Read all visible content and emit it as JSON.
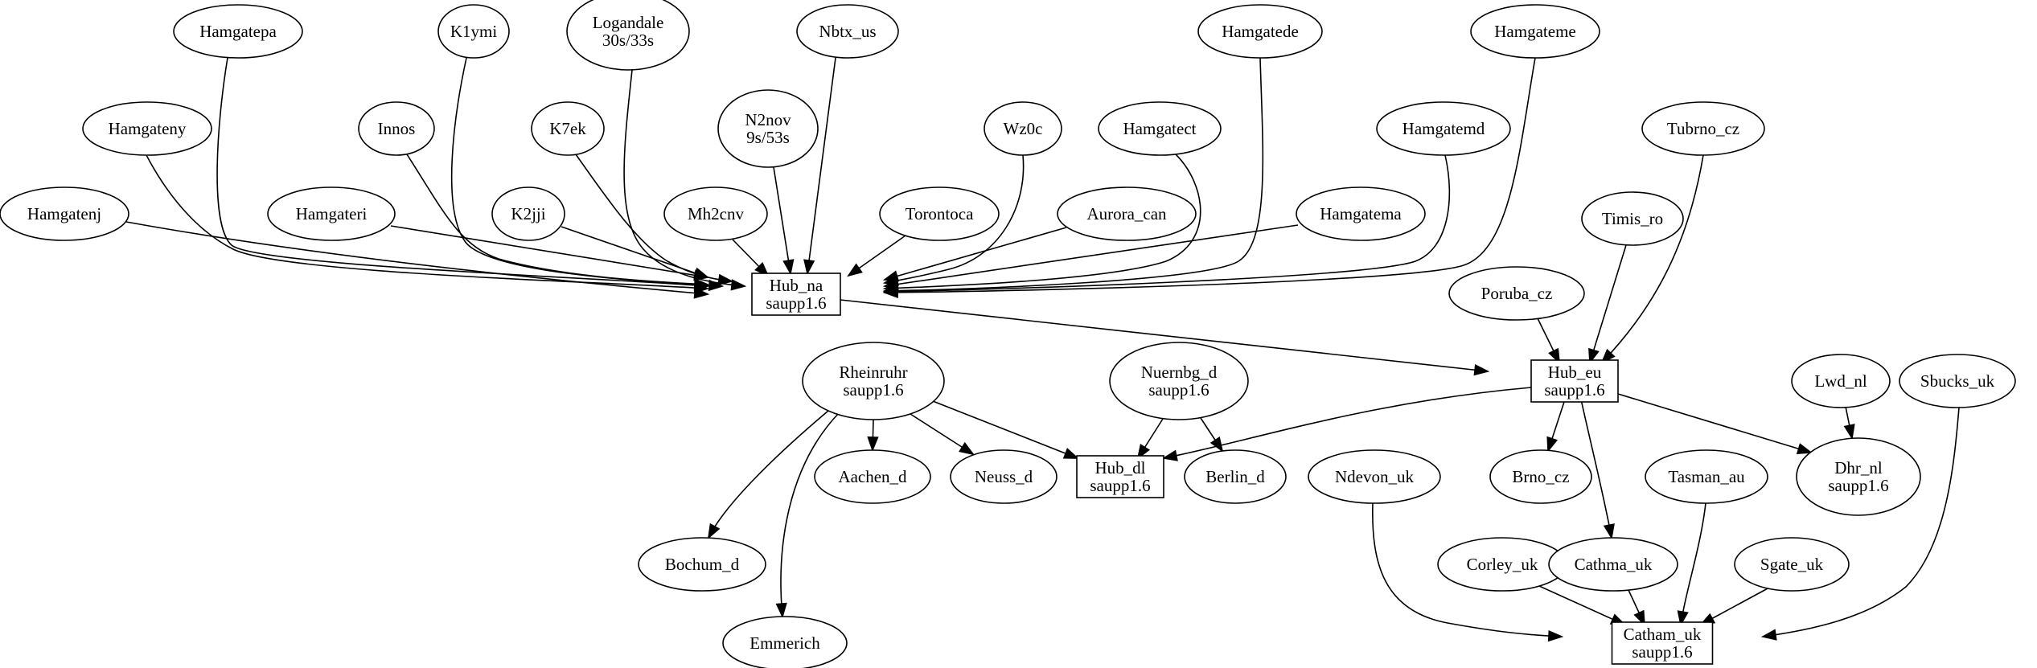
{
  "nodes": {
    "hamgatepa": {
      "lines": [
        "Hamgatepa"
      ],
      "shape": "ellipse"
    },
    "k1ymi": {
      "lines": [
        "K1ymi"
      ],
      "shape": "ellipse"
    },
    "logandale": {
      "lines": [
        "Logandale",
        "30s/33s"
      ],
      "shape": "ellipse"
    },
    "nbtx_us": {
      "lines": [
        "Nbtx_us"
      ],
      "shape": "ellipse"
    },
    "hamgatede": {
      "lines": [
        "Hamgatede"
      ],
      "shape": "ellipse"
    },
    "hamgateme": {
      "lines": [
        "Hamgateme"
      ],
      "shape": "ellipse"
    },
    "hamgateny": {
      "lines": [
        "Hamgateny"
      ],
      "shape": "ellipse"
    },
    "innos": {
      "lines": [
        "Innos"
      ],
      "shape": "ellipse"
    },
    "k7ek": {
      "lines": [
        "K7ek"
      ],
      "shape": "ellipse"
    },
    "n2nov": {
      "lines": [
        "N2nov",
        "9s/53s"
      ],
      "shape": "ellipse"
    },
    "wz0c": {
      "lines": [
        "Wz0c"
      ],
      "shape": "ellipse"
    },
    "hamgatect": {
      "lines": [
        "Hamgatect"
      ],
      "shape": "ellipse"
    },
    "hamgatemd": {
      "lines": [
        "Hamgatemd"
      ],
      "shape": "ellipse"
    },
    "tubrno_cz": {
      "lines": [
        "Tubrno_cz"
      ],
      "shape": "ellipse"
    },
    "hamgatenj": {
      "lines": [
        "Hamgatenj"
      ],
      "shape": "ellipse"
    },
    "hamgateri": {
      "lines": [
        "Hamgateri"
      ],
      "shape": "ellipse"
    },
    "k2jji": {
      "lines": [
        "K2jji"
      ],
      "shape": "ellipse"
    },
    "mh2cnv": {
      "lines": [
        "Mh2cnv"
      ],
      "shape": "ellipse"
    },
    "torontoca": {
      "lines": [
        "Torontoca"
      ],
      "shape": "ellipse"
    },
    "aurora_can": {
      "lines": [
        "Aurora_can"
      ],
      "shape": "ellipse"
    },
    "hamgatema": {
      "lines": [
        "Hamgatema"
      ],
      "shape": "ellipse"
    },
    "timis_ro": {
      "lines": [
        "Timis_ro"
      ],
      "shape": "ellipse"
    },
    "hub_na": {
      "lines": [
        "Hub_na",
        "saupp1.6"
      ],
      "shape": "box"
    },
    "poruba_cz": {
      "lines": [
        "Poruba_cz"
      ],
      "shape": "ellipse"
    },
    "hub_eu": {
      "lines": [
        "Hub_eu",
        "saupp1.6"
      ],
      "shape": "box"
    },
    "rheinruhr": {
      "lines": [
        "Rheinruhr",
        "saupp1.6"
      ],
      "shape": "ellipse"
    },
    "nuernbg_d": {
      "lines": [
        "Nuernbg_d",
        "saupp1.6"
      ],
      "shape": "ellipse"
    },
    "lwd_nl": {
      "lines": [
        "Lwd_nl"
      ],
      "shape": "ellipse"
    },
    "sbucks_uk": {
      "lines": [
        "Sbucks_uk"
      ],
      "shape": "ellipse"
    },
    "aachen_d": {
      "lines": [
        "Aachen_d"
      ],
      "shape": "ellipse"
    },
    "neuss_d": {
      "lines": [
        "Neuss_d"
      ],
      "shape": "ellipse"
    },
    "hub_dl": {
      "lines": [
        "Hub_dl",
        "saupp1.6"
      ],
      "shape": "box"
    },
    "berlin_d": {
      "lines": [
        "Berlin_d"
      ],
      "shape": "ellipse"
    },
    "ndevon_uk": {
      "lines": [
        "Ndevon_uk"
      ],
      "shape": "ellipse"
    },
    "brno_cz": {
      "lines": [
        "Brno_cz"
      ],
      "shape": "ellipse"
    },
    "tasman_au": {
      "lines": [
        "Tasman_au"
      ],
      "shape": "ellipse"
    },
    "dhr_nl": {
      "lines": [
        "Dhr_nl",
        "saupp1.6"
      ],
      "shape": "ellipse"
    },
    "bochum_d": {
      "lines": [
        "Bochum_d"
      ],
      "shape": "ellipse"
    },
    "corley_uk": {
      "lines": [
        "Corley_uk"
      ],
      "shape": "ellipse"
    },
    "cathma_uk": {
      "lines": [
        "Cathma_uk"
      ],
      "shape": "ellipse"
    },
    "sgate_uk": {
      "lines": [
        "Sgate_uk"
      ],
      "shape": "ellipse"
    },
    "emmerich": {
      "lines": [
        "Emmerich"
      ],
      "shape": "ellipse"
    },
    "catham_uk": {
      "lines": [
        "Catham_uk",
        "saupp1.6"
      ],
      "shape": "box"
    }
  },
  "edges": [
    {
      "from": "hamgatepa",
      "to": "hub_na"
    },
    {
      "from": "k1ymi",
      "to": "hub_na"
    },
    {
      "from": "logandale",
      "to": "hub_na"
    },
    {
      "from": "nbtx_us",
      "to": "hub_na"
    },
    {
      "from": "hamgatede",
      "to": "hub_na"
    },
    {
      "from": "hamgateme",
      "to": "hub_na"
    },
    {
      "from": "hamgateny",
      "to": "hub_na"
    },
    {
      "from": "innos",
      "to": "hub_na"
    },
    {
      "from": "k7ek",
      "to": "hub_na"
    },
    {
      "from": "n2nov",
      "to": "hub_na"
    },
    {
      "from": "wz0c",
      "to": "hub_na"
    },
    {
      "from": "hamgatect",
      "to": "hub_na"
    },
    {
      "from": "hamgatemd",
      "to": "hub_na"
    },
    {
      "from": "hamgatenj",
      "to": "hub_na"
    },
    {
      "from": "hamgateri",
      "to": "hub_na"
    },
    {
      "from": "k2jji",
      "to": "hub_na"
    },
    {
      "from": "mh2cnv",
      "to": "hub_na"
    },
    {
      "from": "torontoca",
      "to": "hub_na"
    },
    {
      "from": "aurora_can",
      "to": "hub_na"
    },
    {
      "from": "hamgatema",
      "to": "hub_na"
    },
    {
      "from": "hub_na",
      "to": "hub_eu"
    },
    {
      "from": "tubrno_cz",
      "to": "hub_eu"
    },
    {
      "from": "timis_ro",
      "to": "hub_eu"
    },
    {
      "from": "poruba_cz",
      "to": "hub_eu"
    },
    {
      "from": "hub_eu",
      "to": "hub_dl"
    },
    {
      "from": "hub_eu",
      "to": "brno_cz"
    },
    {
      "from": "hub_eu",
      "to": "cathma_uk"
    },
    {
      "from": "hub_eu",
      "to": "dhr_nl"
    },
    {
      "from": "lwd_nl",
      "to": "dhr_nl"
    },
    {
      "from": "rheinruhr",
      "to": "aachen_d"
    },
    {
      "from": "rheinruhr",
      "to": "neuss_d"
    },
    {
      "from": "rheinruhr",
      "to": "hub_dl"
    },
    {
      "from": "rheinruhr",
      "to": "bochum_d"
    },
    {
      "from": "rheinruhr",
      "to": "emmerich"
    },
    {
      "from": "nuernbg_d",
      "to": "hub_dl"
    },
    {
      "from": "nuernbg_d",
      "to": "berlin_d"
    },
    {
      "from": "ndevon_uk",
      "to": "catham_uk"
    },
    {
      "from": "tasman_au",
      "to": "catham_uk"
    },
    {
      "from": "corley_uk",
      "to": "catham_uk"
    },
    {
      "from": "cathma_uk",
      "to": "catham_uk"
    },
    {
      "from": "sgate_uk",
      "to": "catham_uk"
    },
    {
      "from": "sbucks_uk",
      "to": "catham_uk"
    }
  ]
}
